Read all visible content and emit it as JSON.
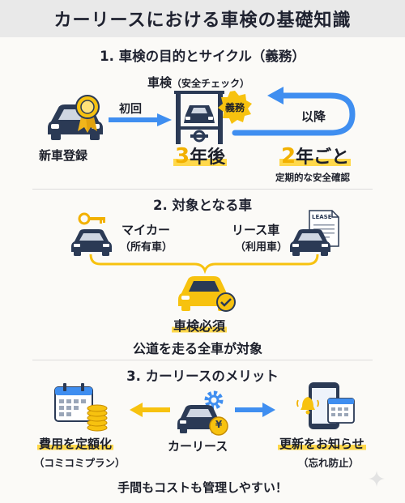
{
  "title": "カーリースにおける車検の基礎知識",
  "colors": {
    "navy": "#2b3a55",
    "blue": "#3f8ef0",
    "yellow": "#f7c20f",
    "highlight": "#ffd84a",
    "background": "#fbfaf7"
  },
  "section1": {
    "heading": "1. 車検の目的とサイクル（義務）",
    "inspection_label": "車検",
    "inspection_sub": "（安全チェック）",
    "badge": "義務",
    "first_arrow_label": "初回",
    "new_registration": "新車登録",
    "first_interval_num": "3",
    "first_interval_text": "年後",
    "repeat_arrow_label": "以降",
    "repeat_interval_num": "2",
    "repeat_interval_text": "年ごと",
    "repeat_note": "定期的な安全確認"
  },
  "section2": {
    "heading": "2. 対象となる車",
    "my_car": "マイカー",
    "my_car_sub": "（所有車）",
    "lease_car": "リース車",
    "lease_car_sub": "（利用車）",
    "lease_doc_text": "LEASE",
    "result_label": "車検必須",
    "result_note": "公道を走る全車が対象"
  },
  "section3": {
    "heading": "3. カーリースのメリット",
    "center_label": "カーリース",
    "yen_symbol": "¥",
    "left_label": "費用を定額化",
    "left_sub": "（コミコミプラン）",
    "right_label": "更新をお知らせ",
    "right_sub": "（忘れ防止）",
    "footer": "手間もコストも管理しやすい！"
  }
}
